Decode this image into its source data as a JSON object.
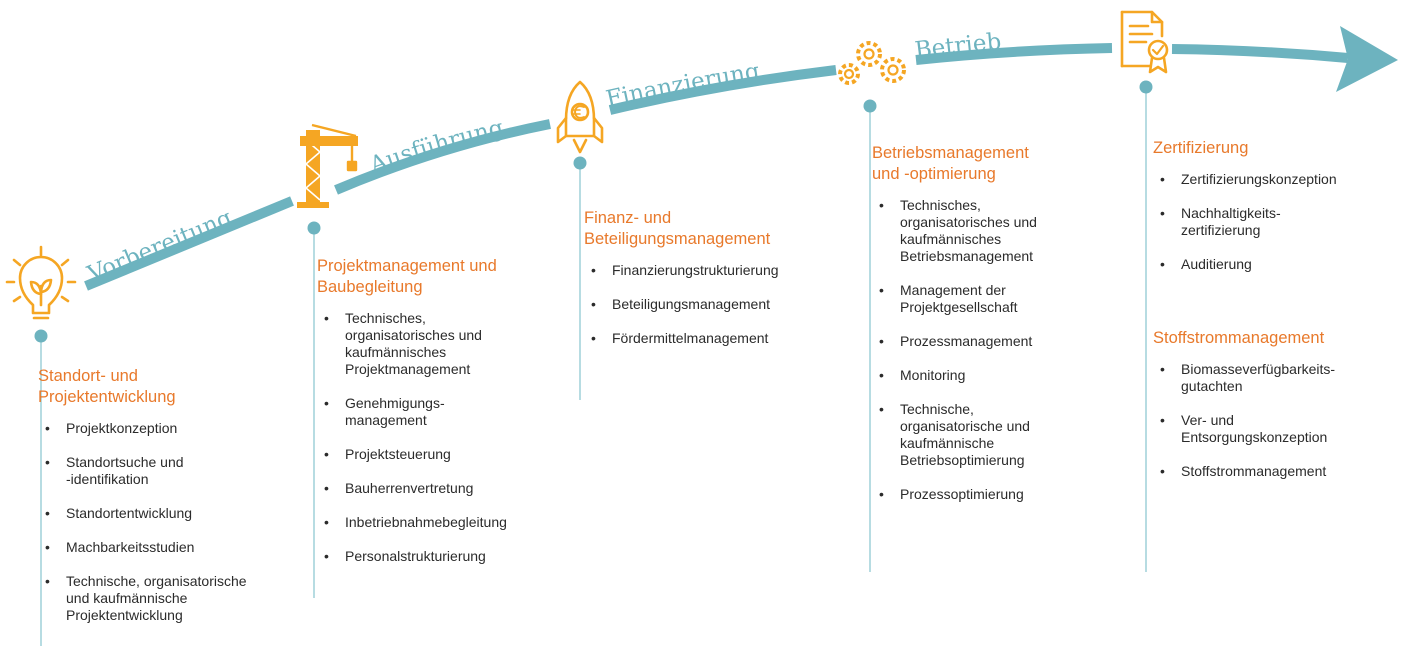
{
  "phases": [
    "Vorbereitung",
    "Ausführung",
    "Finanzierung",
    "Betrieb"
  ],
  "columns": [
    {
      "sections": [
        {
          "title_lines": [
            "Standort- und",
            "Projektentwicklung"
          ],
          "items": [
            [
              "Projektkonzeption"
            ],
            [
              "Standortsuche und",
              "-identifikation"
            ],
            [
              "Standortentwicklung"
            ],
            [
              "Machbarkeitsstudien"
            ],
            [
              "Technische, organisatorische",
              "und kaufmännische",
              "Projektentwicklung"
            ]
          ]
        }
      ]
    },
    {
      "sections": [
        {
          "title_lines": [
            "Projektmanagement und",
            "Baubegleitung"
          ],
          "items": [
            [
              "Technisches,",
              "organisatorisches und",
              "kaufmännisches",
              "Projektmanagement"
            ],
            [
              "Genehmigungs-",
              "management"
            ],
            [
              "Projektsteuerung"
            ],
            [
              "Bauherrenvertretung"
            ],
            [
              "Inbetriebnahmebegleitung"
            ],
            [
              "Personalstrukturierung"
            ]
          ]
        }
      ]
    },
    {
      "sections": [
        {
          "title_lines": [
            "Finanz- und",
            "Beteiligungsmanagement"
          ],
          "items": [
            [
              "Finanzierungstrukturierung"
            ],
            [
              "Beteiligungsmanagement"
            ],
            [
              "Fördermittelmanagement"
            ]
          ]
        }
      ]
    },
    {
      "sections": [
        {
          "title_lines": [
            "Betriebsmanagement",
            "und -optimierung"
          ],
          "items": [
            [
              "Technisches,",
              "organisatorisches und",
              "kaufmännisches",
              "Betriebsmanagement"
            ],
            [
              "Management der",
              "Projektgesellschaft"
            ],
            [
              "Prozessmanagement"
            ],
            [
              "Monitoring"
            ],
            [
              "Technische,",
              "organisatorische und",
              "kaufmännische",
              "Betriebsoptimierung"
            ],
            [
              "Prozessoptimierung"
            ]
          ]
        }
      ]
    },
    {
      "sections": [
        {
          "title_lines": [
            "Zertifizierung"
          ],
          "items": [
            [
              "Zertifizierungskonzeption"
            ],
            [
              "Nachhaltigkeits-",
              "zertifizierung"
            ],
            [
              "Auditierung"
            ]
          ]
        },
        {
          "title_lines": [
            "Stoffstrommanagement"
          ],
          "items": [
            [
              "Biomasseverfügbarkeits-",
              "gutachten"
            ],
            [
              "Ver- und",
              "Entsorgungskonzeption"
            ],
            [
              "Stoffstrommanagement"
            ]
          ]
        }
      ]
    }
  ],
  "icons": [
    "lightbulb-icon",
    "crane-icon",
    "rocket-euro-icon",
    "gears-icon",
    "certificate-icon"
  ],
  "colors": {
    "accent": "#6db3bf",
    "icon": "#f5a623",
    "heading": "#e8792b",
    "text": "#2b2b2b"
  }
}
